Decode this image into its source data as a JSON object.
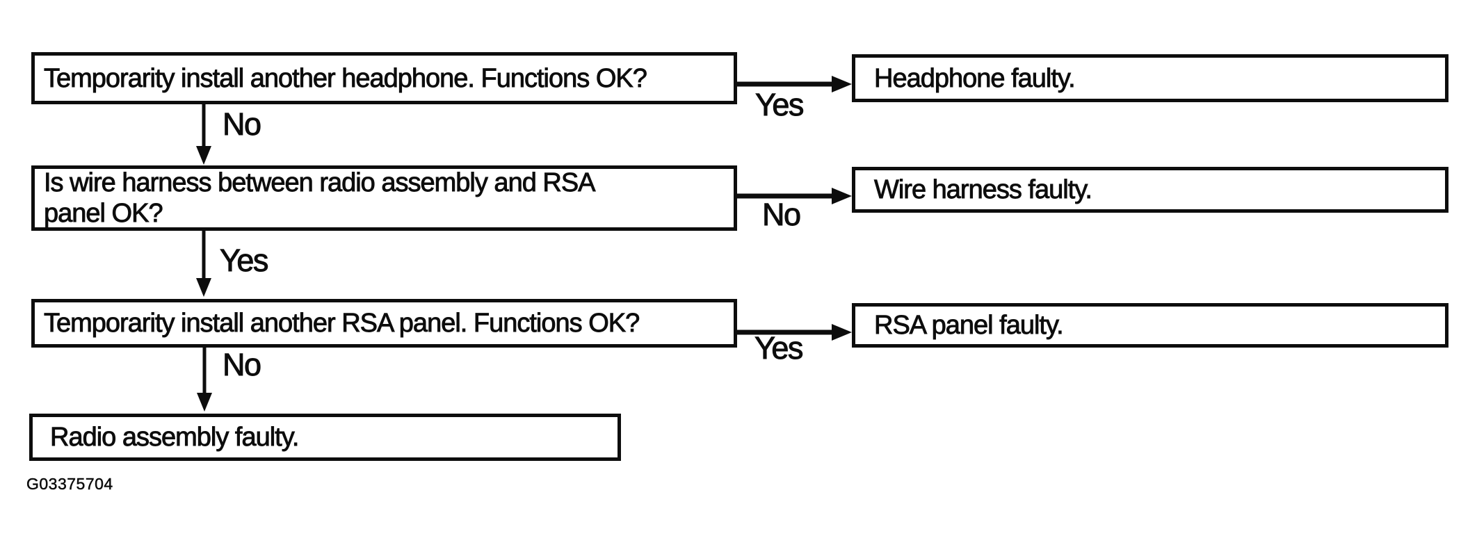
{
  "diagram": {
    "figure_id": "G03375704",
    "type": "troubleshooting-flowchart",
    "colors": {
      "ink": "#0d0d0d",
      "background": "#ffffff"
    },
    "nodes": [
      {
        "id": "q1",
        "text": "Temporarity install another headphone. Functions OK?"
      },
      {
        "id": "r1",
        "text": "Headphone faulty."
      },
      {
        "id": "q2",
        "text": "Is wire harness between radio assembly and RSA\npanel OK?"
      },
      {
        "id": "r2",
        "text": "Wire harness faulty."
      },
      {
        "id": "q3",
        "text": "Temporarity install another RSA panel. Functions OK?"
      },
      {
        "id": "r3",
        "text": "RSA panel faulty."
      },
      {
        "id": "t1",
        "text": "Radio assembly faulty."
      }
    ],
    "edges": [
      {
        "from": "q1",
        "to": "r1",
        "label": "Yes"
      },
      {
        "from": "q1",
        "to": "q2",
        "label": "No"
      },
      {
        "from": "q2",
        "to": "r2",
        "label": "No"
      },
      {
        "from": "q2",
        "to": "q3",
        "label": "Yes"
      },
      {
        "from": "q3",
        "to": "r3",
        "label": "Yes"
      },
      {
        "from": "q3",
        "to": "t1",
        "label": "No"
      }
    ]
  }
}
